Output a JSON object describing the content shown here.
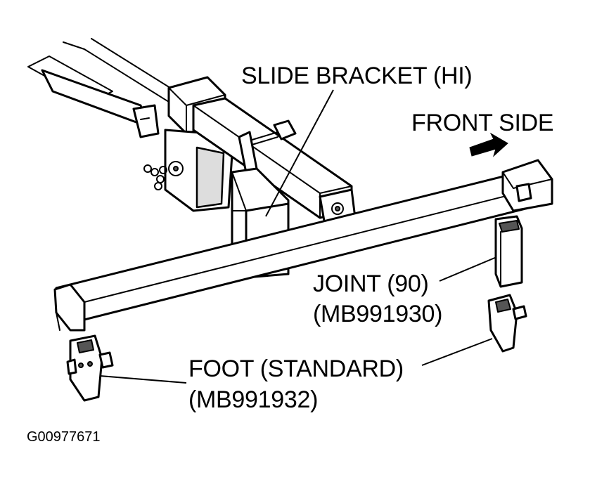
{
  "labels": {
    "slide_bracket": "SLIDE BRACKET (HI)",
    "front_side": "FRONT SIDE",
    "joint_line1": "JOINT (90)",
    "joint_line2": "(MB991930)",
    "foot_line1": "FOOT (STANDARD)",
    "foot_line2": "(MB991932)"
  },
  "figure_code": "G00977671",
  "colors": {
    "ink": "#000000",
    "paper": "#ffffff",
    "shade": "#dddddd"
  },
  "icons": {
    "direction": "arrow-right-icon"
  }
}
